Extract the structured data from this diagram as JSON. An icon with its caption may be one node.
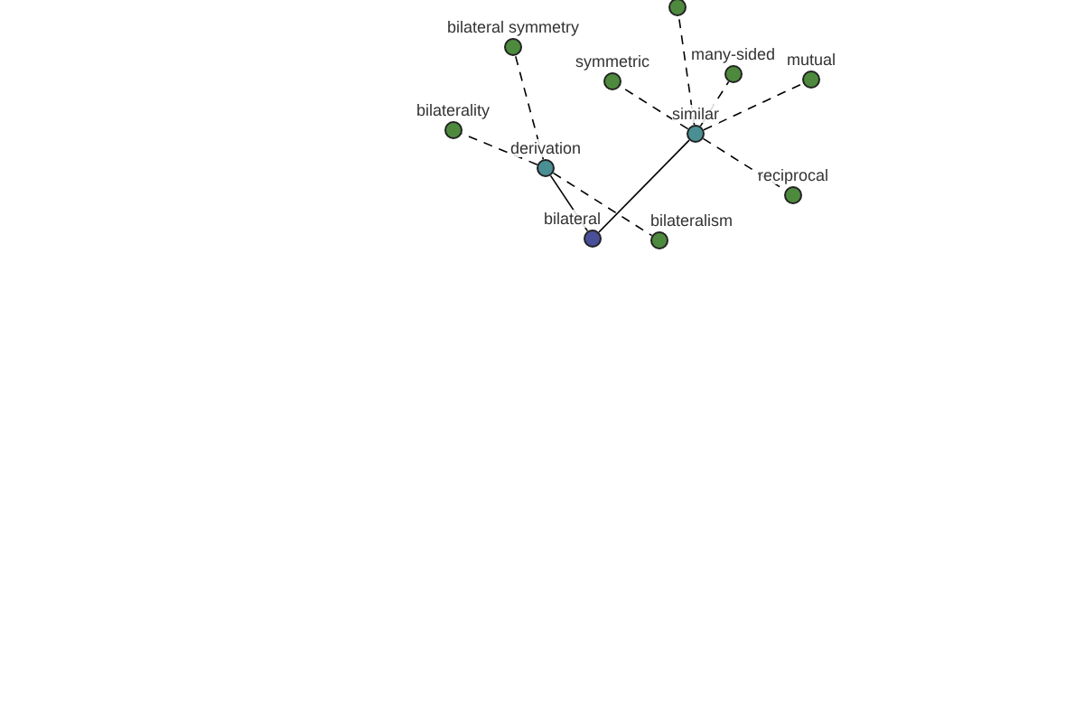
{
  "diagram": {
    "nodes": [
      {
        "text": [],
        "shape": "circle"
      },
      {
        "text": [
          "bilateral symmetry"
        ]
      },
      {
        "text": [
          "symmetric"
        ]
      },
      {
        "text": [
          "many-sided"
        ]
      },
      {
        "text": [
          "mutual"
        ]
      },
      {
        "text": [
          "bilaterality"
        ]
      },
      {
        "text": [
          "similar"
        ]
      },
      {
        "text": [
          "derivation"
        ]
      },
      {
        "text": [
          "reciprocal"
        ]
      },
      {
        "text": [
          "bilateral"
        ]
      },
      {
        "text": [
          "bilateralism"
        ]
      }
    ],
    "edges": [
      {
        "from": 9,
        "to": 7,
        "arrow": "none"
      },
      {
        "from": 9,
        "to": 6,
        "arrow": "none"
      },
      {
        "from": 7,
        "to": 1,
        "arrow": "none",
        "style": "dashed"
      },
      {
        "from": 7,
        "to": 5,
        "arrow": "none",
        "style": "dashed"
      },
      {
        "from": 7,
        "to": 10,
        "arrow": "none",
        "style": "dashed"
      },
      {
        "from": 6,
        "to": 0,
        "arrow": "none",
        "style": "dashed"
      },
      {
        "from": 6,
        "to": 2,
        "arrow": "none",
        "style": "dashed"
      },
      {
        "from": 6,
        "to": 3,
        "arrow": "none",
        "style": "dashed"
      },
      {
        "from": 6,
        "to": 4,
        "arrow": "none",
        "style": "dashed"
      },
      {
        "from": 6,
        "to": 8,
        "arrow": "none",
        "style": "dashed"
      }
    ]
  }
}
